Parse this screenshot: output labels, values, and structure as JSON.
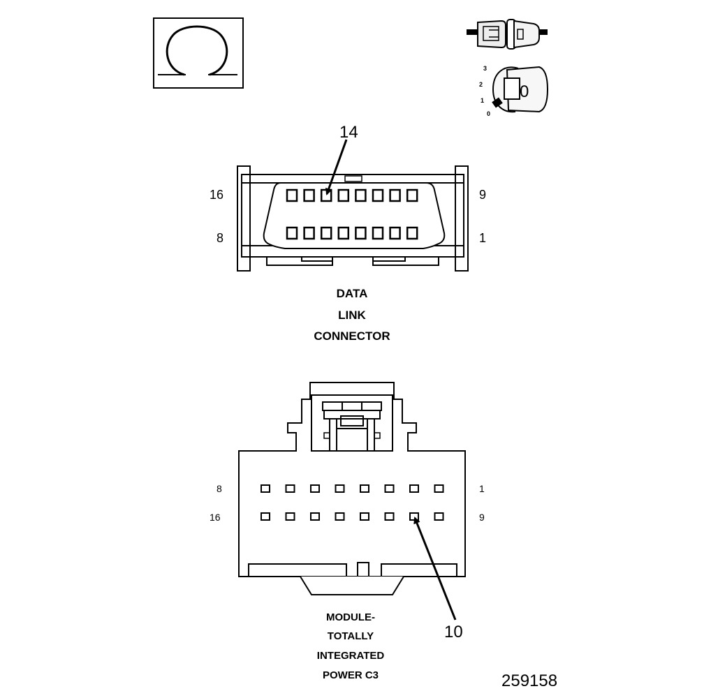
{
  "data_link_connector": {
    "title_lines": [
      "DATA",
      "LINK",
      "CONNECTOR"
    ],
    "callout_pin": "14",
    "pin_labels": {
      "top_left": "16",
      "top_right": "9",
      "bottom_left": "8",
      "bottom_right": "1"
    },
    "rows": 2,
    "cavities_per_row": 8
  },
  "module_connector": {
    "title_lines": [
      "MODULE-",
      "TOTALLY",
      "INTEGRATED",
      "POWER C3"
    ],
    "callout_pin": "10",
    "pin_labels": {
      "top_left": "8",
      "top_right": "1",
      "bottom_left": "16",
      "bottom_right": "9"
    },
    "rows": 2,
    "cavities_per_row": 8
  },
  "ignition_switch": {
    "positions": [
      "3",
      "2",
      "1",
      "0"
    ],
    "key_label": "0"
  },
  "figure_id": "259158",
  "icons": {
    "ohms_symbol": "ohm-symbol-icon",
    "connector_pair": "connector-pair-icon",
    "ignition_key": "ignition-key-icon"
  }
}
